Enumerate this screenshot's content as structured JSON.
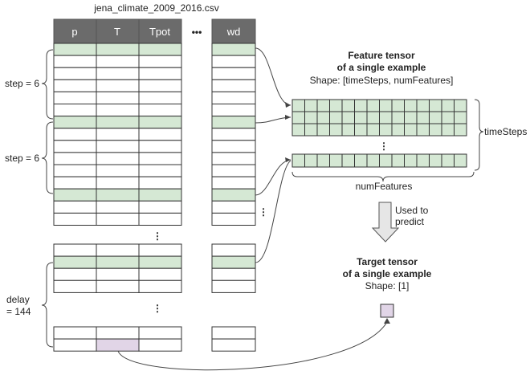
{
  "csv": {
    "filename": "jena_climate_2009_2016.csv",
    "headers": [
      "p",
      "T",
      "Tpot",
      "wd"
    ],
    "ellipsis": "•••",
    "vertical_ellipsis": "⋮"
  },
  "labels": {
    "step_top": "step = 6",
    "step_bottom": "step = 6",
    "delay_line1": "delay",
    "delay_line2": "= 144"
  },
  "feature": {
    "title_line1": "Feature tensor",
    "title_line2": "of a single example",
    "shape": "Shape: [timeSteps, numFeatures]",
    "time_steps_label": "timeSteps",
    "num_features_label": "numFeatures"
  },
  "arrow": {
    "line1": "Used to",
    "line2": "predict"
  },
  "target": {
    "title_line1": "Target tensor",
    "title_line2": "of a single example",
    "shape": "Shape: [1]"
  },
  "colors": {
    "header_bg": "#6b6b6b",
    "green": "#d5e8d4",
    "purple": "#e1d5e7",
    "grid": "#333333",
    "arrow_fill": "#e6e6e6"
  }
}
